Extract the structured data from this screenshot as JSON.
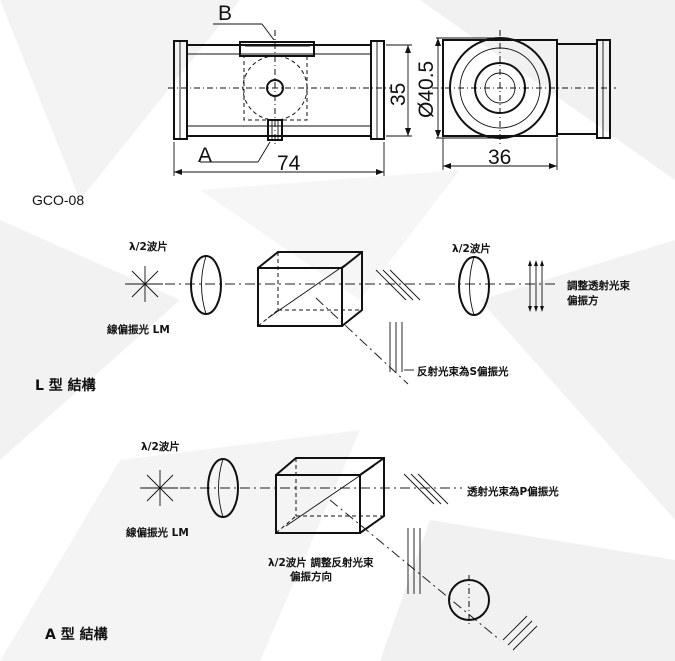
{
  "drawing": {
    "label_b": "B",
    "label_a": "A",
    "dim_length": "74",
    "dim_height": "35",
    "dim_diameter": "Ø40.5",
    "dim_width": "36"
  },
  "model": "GCO-08",
  "l_type": {
    "title": "L 型 結構",
    "waveplate_in": "λ/2波片",
    "waveplate_out": "λ/2波片",
    "linear_pol": "線偏振光 LM",
    "adjust_trans_1": "調整透射光束",
    "adjust_trans_2": "偏振方",
    "reflected": "反射光束為S偏振光"
  },
  "a_type": {
    "title": "A 型 結構",
    "waveplate_in": "λ/2波片",
    "linear_pol": "線偏振光 LM",
    "transmitted": "透射光束為P偏振光",
    "adjust_refl_1": "λ/2波片 調整反射光束",
    "adjust_refl_2": "偏振方向"
  }
}
